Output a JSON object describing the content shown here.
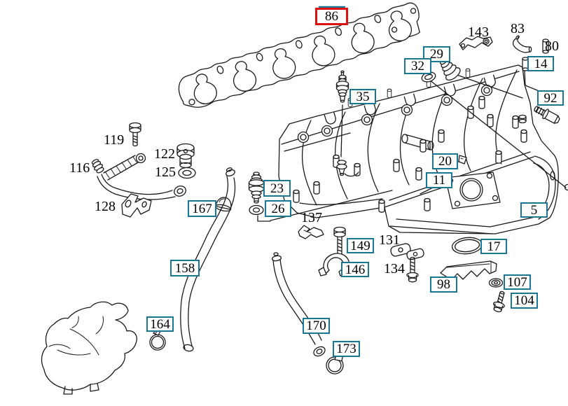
{
  "diagram": {
    "subject": "engine intake manifold exploded parts diagram",
    "highlighted_part": "86",
    "colors": {
      "ink": "#1a1a1a",
      "paper": "#ffffff",
      "callout": "#1a7695",
      "highlight": "#dd1111"
    },
    "callouts": {
      "c86": {
        "text": "86",
        "boxed": true,
        "highlighted": true
      },
      "c29": {
        "text": "29",
        "boxed": true
      },
      "c32": {
        "text": "32",
        "boxed": true
      },
      "c35": {
        "text": "35",
        "boxed": true
      },
      "c14": {
        "text": "14",
        "boxed": true
      },
      "c92": {
        "text": "92",
        "boxed": true
      },
      "c20": {
        "text": "20",
        "boxed": true
      },
      "c11": {
        "text": "11",
        "boxed": true
      },
      "c5": {
        "text": "5",
        "boxed": true
      },
      "c23": {
        "text": "23",
        "boxed": true
      },
      "c26": {
        "text": "26",
        "boxed": true
      },
      "c167": {
        "text": "167",
        "boxed": true
      },
      "c158": {
        "text": "158",
        "boxed": true
      },
      "c149": {
        "text": "149",
        "boxed": true
      },
      "c146": {
        "text": "146",
        "boxed": true
      },
      "c17": {
        "text": "17",
        "boxed": true
      },
      "c98": {
        "text": "98",
        "boxed": true
      },
      "c107": {
        "text": "107",
        "boxed": true
      },
      "c104": {
        "text": "104",
        "boxed": true
      },
      "c164": {
        "text": "164",
        "boxed": true
      },
      "c170": {
        "text": "170",
        "boxed": true
      },
      "c173": {
        "text": "173",
        "boxed": true
      },
      "c143": {
        "text": "143",
        "boxed": false
      },
      "c83": {
        "text": "83",
        "boxed": false
      },
      "c80": {
        "text": "80",
        "boxed": false
      },
      "c119": {
        "text": "119",
        "boxed": false
      },
      "c122": {
        "text": "122",
        "boxed": false
      },
      "c116": {
        "text": "116",
        "boxed": false
      },
      "c125": {
        "text": "125",
        "boxed": false
      },
      "c128": {
        "text": "128",
        "boxed": false
      },
      "c137": {
        "text": "137",
        "boxed": false
      },
      "c131": {
        "text": "131",
        "boxed": false
      },
      "c134": {
        "text": "134",
        "boxed": false
      }
    }
  }
}
